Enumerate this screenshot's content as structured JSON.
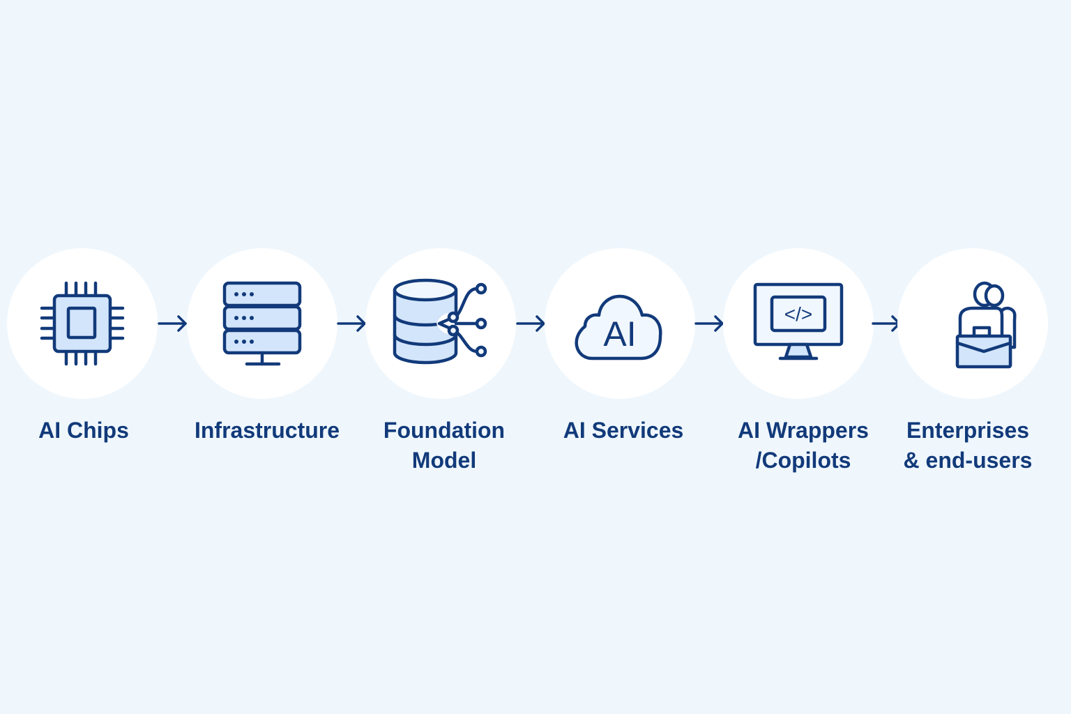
{
  "diagram": {
    "steps": [
      {
        "label": "AI Chips",
        "icon": "chip-icon"
      },
      {
        "label": "Infrastructure",
        "icon": "server-icon"
      },
      {
        "label": "Foundation Model",
        "icon": "database-network-icon"
      },
      {
        "label": "AI Services",
        "icon": "ai-cloud-icon",
        "icon_text": "AI"
      },
      {
        "label": "AI Wrappers /Copilots",
        "icon": "monitor-code-icon",
        "icon_text": "</>"
      },
      {
        "label": "Enterprises & end-users",
        "icon": "users-briefcase-icon"
      }
    ],
    "connector": "arrow-right-icon"
  },
  "colors": {
    "background": "#eff7fd",
    "circle": "#ffffff",
    "ink": "#123a7a",
    "fill": "#d3e5fb"
  }
}
